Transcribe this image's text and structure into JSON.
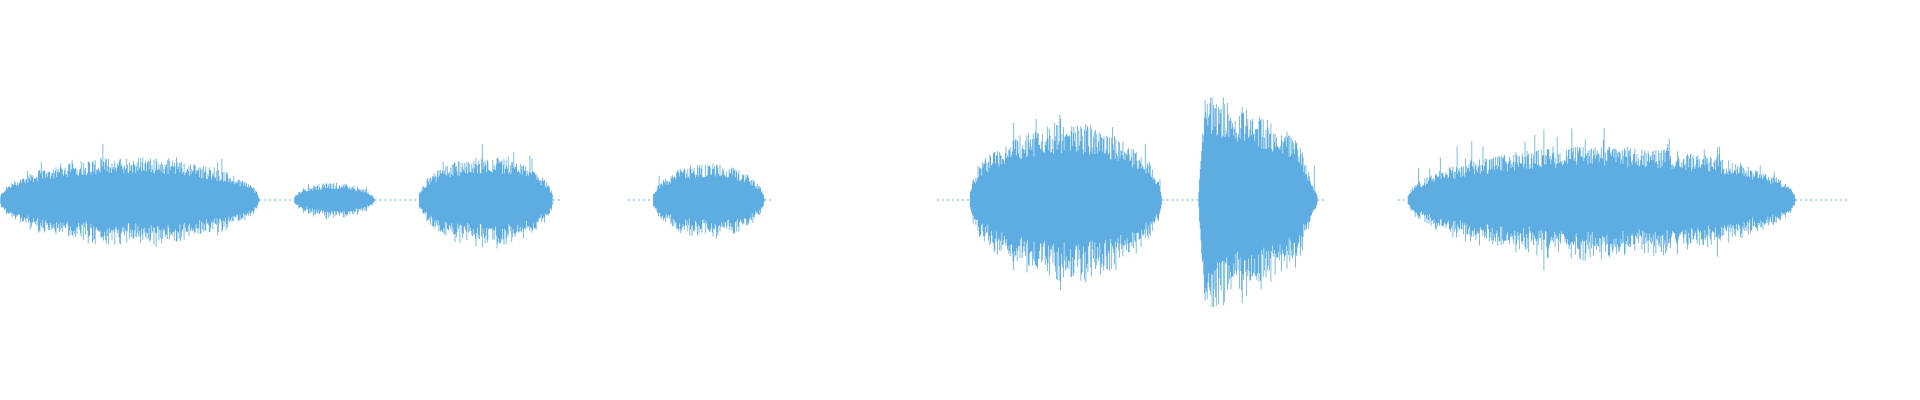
{
  "waveform": {
    "color": "#5DADE2",
    "background": "#FFFFFF",
    "time_range": [
      0,
      1
    ],
    "amplitude_range": [
      -1,
      1
    ],
    "segments": [
      {
        "start": 0.0,
        "end": 0.135,
        "amplitude": 0.4,
        "spiky": 0.55
      },
      {
        "start": 0.153,
        "end": 0.195,
        "amplitude": 0.16,
        "spiky": 0.4
      },
      {
        "start": 0.218,
        "end": 0.288,
        "amplitude": 0.4,
        "spiky": 0.6
      },
      {
        "start": 0.34,
        "end": 0.398,
        "amplitude": 0.34,
        "spiky": 0.5
      },
      {
        "start": 0.505,
        "end": 0.605,
        "amplitude": 0.7,
        "spiky": 0.45
      },
      {
        "start": 0.624,
        "end": 0.686,
        "amplitude": 1.0,
        "spiky": 0.35
      },
      {
        "start": 0.733,
        "end": 0.935,
        "amplitude": 0.5,
        "spiky": 0.7
      }
    ],
    "noise_floor": [
      {
        "start": 0.135,
        "end": 0.153
      },
      {
        "start": 0.195,
        "end": 0.218
      },
      {
        "start": 0.288,
        "end": 0.292
      },
      {
        "start": 0.327,
        "end": 0.34
      },
      {
        "start": 0.398,
        "end": 0.402
      },
      {
        "start": 0.488,
        "end": 0.505
      },
      {
        "start": 0.605,
        "end": 0.624
      },
      {
        "start": 0.686,
        "end": 0.69
      },
      {
        "start": 0.728,
        "end": 0.733
      },
      {
        "start": 0.935,
        "end": 0.962
      }
    ]
  }
}
